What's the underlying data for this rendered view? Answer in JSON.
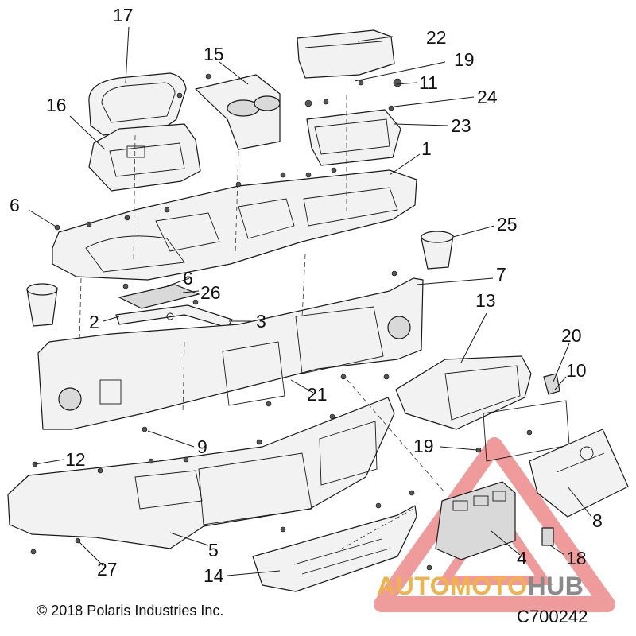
{
  "callouts": [
    {
      "id": "1",
      "text": "1"
    },
    {
      "id": "2",
      "text": "2"
    },
    {
      "id": "3",
      "text": "3"
    },
    {
      "id": "4",
      "text": "4"
    },
    {
      "id": "5",
      "text": "5"
    },
    {
      "id": "6a",
      "text": "6"
    },
    {
      "id": "6b",
      "text": "6"
    },
    {
      "id": "7",
      "text": "7"
    },
    {
      "id": "8",
      "text": "8"
    },
    {
      "id": "9",
      "text": "9"
    },
    {
      "id": "10",
      "text": "10"
    },
    {
      "id": "11",
      "text": "11"
    },
    {
      "id": "12",
      "text": "12"
    },
    {
      "id": "13",
      "text": "13"
    },
    {
      "id": "14",
      "text": "14"
    },
    {
      "id": "15",
      "text": "15"
    },
    {
      "id": "16",
      "text": "16"
    },
    {
      "id": "17",
      "text": "17"
    },
    {
      "id": "18",
      "text": "18"
    },
    {
      "id": "19a",
      "text": "19"
    },
    {
      "id": "19b",
      "text": "19"
    },
    {
      "id": "20",
      "text": "20"
    },
    {
      "id": "21",
      "text": "21"
    },
    {
      "id": "22",
      "text": "22"
    },
    {
      "id": "23",
      "text": "23"
    },
    {
      "id": "24",
      "text": "24"
    },
    {
      "id": "25",
      "text": "25"
    },
    {
      "id": "26",
      "text": "26"
    },
    {
      "id": "27",
      "text": "27"
    }
  ],
  "footer": {
    "copyright": "© 2018 Polaris Industries Inc.",
    "figure_id": "C700242"
  },
  "watermark": {
    "part1": "AUTOMOTO",
    "part2": "HUB",
    "color_primary": "#f0b24a",
    "color_secondary": "#8a8a8a",
    "triangle_color": "#e24b4b"
  },
  "line_color": "#1a1a1a",
  "part_fill": "#f2f2f2"
}
